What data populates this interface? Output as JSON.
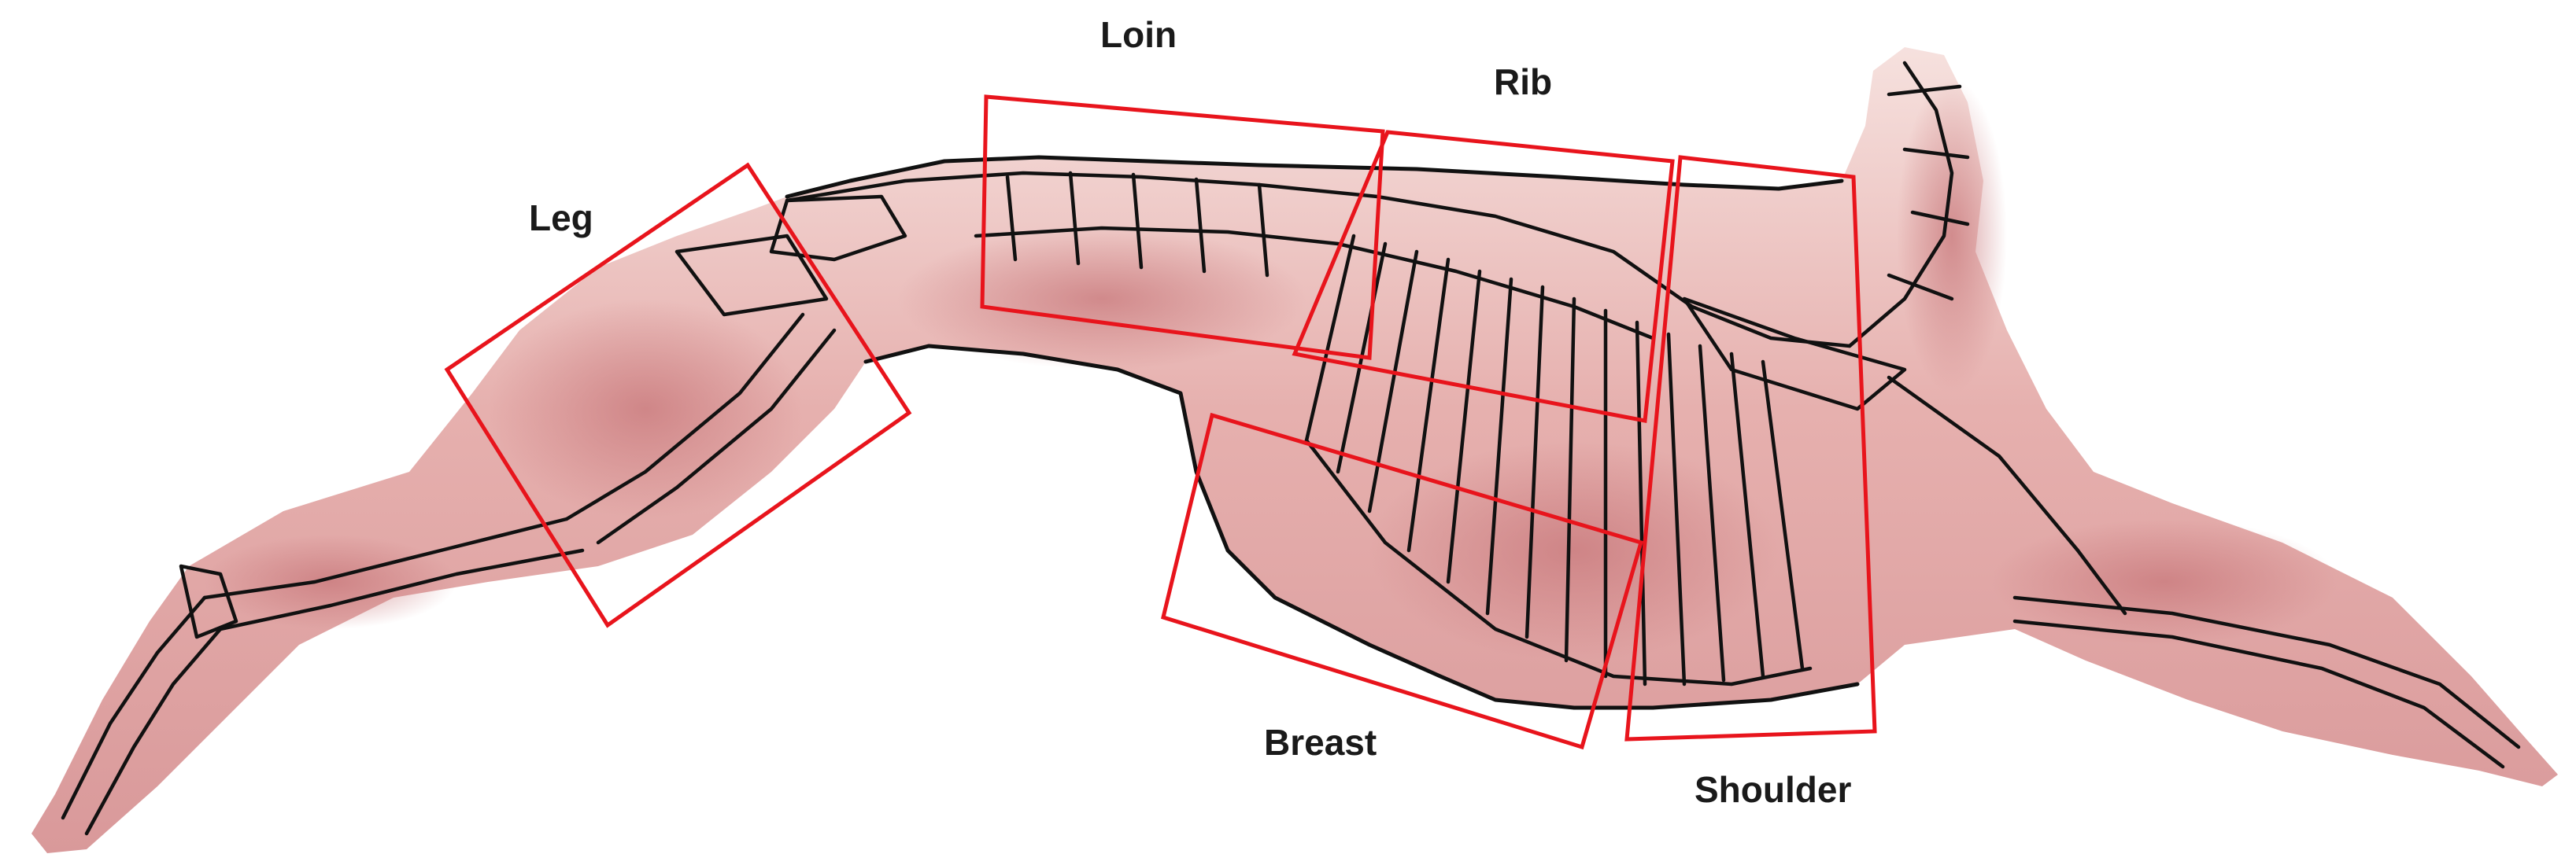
{
  "regions": [
    {
      "id": "leg",
      "label": "Leg"
    },
    {
      "id": "loin",
      "label": "Loin"
    },
    {
      "id": "rib",
      "label": "Rib"
    },
    {
      "id": "breast",
      "label": "Breast"
    },
    {
      "id": "shoulder",
      "label": "Shoulder"
    }
  ],
  "colors": {
    "box_stroke": "#e8141c",
    "meat_light": "#f3d6d3",
    "meat_mid": "#e4a7a6",
    "meat_dark": "#c9797c",
    "bone_line": "#111111"
  }
}
